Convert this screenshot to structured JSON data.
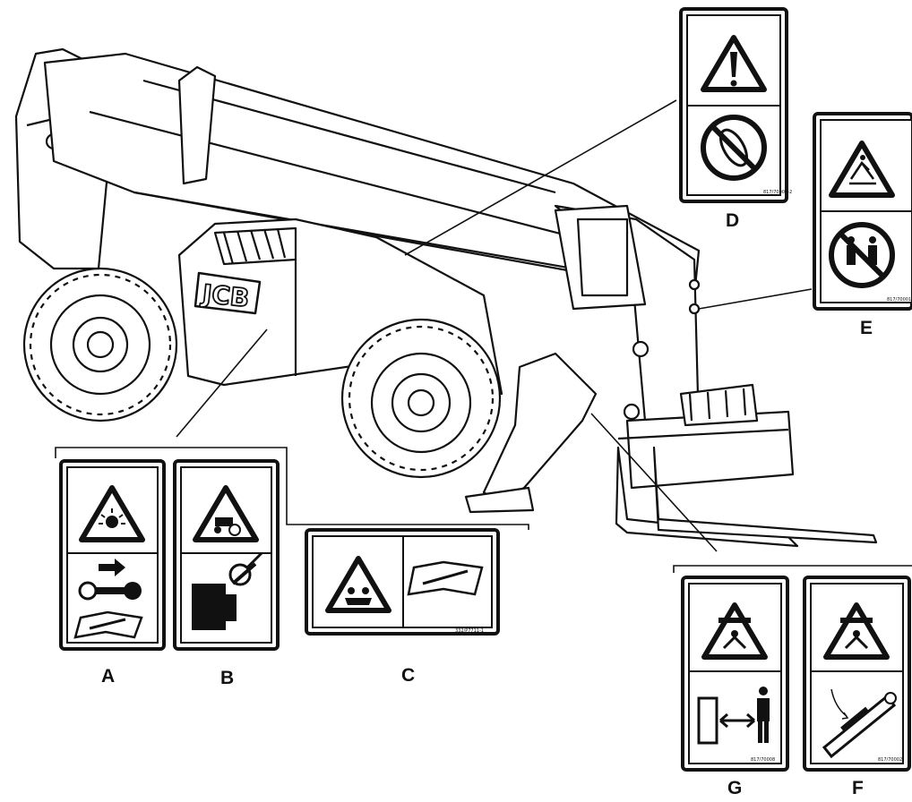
{
  "brand": "JCB",
  "decal_codes": {
    "C": "332/P7711-1",
    "D": "817/70004-2",
    "E": "817/70001",
    "F": "817/70002",
    "G": "817/70008"
  },
  "labels": {
    "A": "A",
    "B": "B",
    "C": "C",
    "D": "D",
    "E": "E",
    "F": "F",
    "G": "G"
  },
  "colors": {
    "ink": "#111111",
    "paper": "#ffffff"
  }
}
